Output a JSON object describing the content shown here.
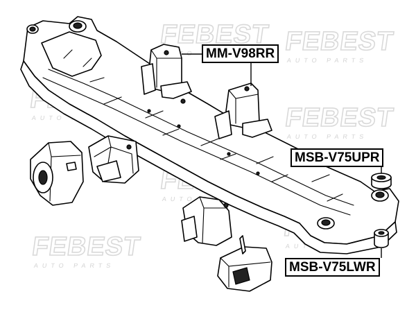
{
  "watermark": {
    "brand": "FEBEST",
    "sub": "AUTO PARTS"
  },
  "labels": [
    {
      "id": "mm-v98rr",
      "text": "MM-V98RR"
    },
    {
      "id": "msb-v75upr",
      "text": "MSB-V75UPR"
    },
    {
      "id": "msb-v75lwr",
      "text": "MSB-V75LWR"
    }
  ]
}
